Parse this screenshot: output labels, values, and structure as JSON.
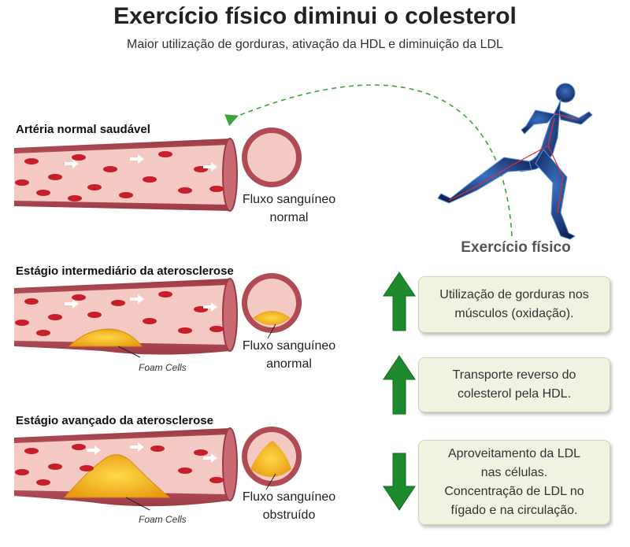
{
  "header": {
    "title": "Exercício físico diminui o colesterol",
    "subtitle": "Maior utilização de gorduras, ativação da HDL e diminuição da LDL"
  },
  "stages": [
    {
      "label": "Artéria normal saudável",
      "flow": [
        "Fluxo sanguíneo",
        "normal"
      ]
    },
    {
      "label": "Estágio intermediário da aterosclerose",
      "flow": [
        "Fluxo sanguíneo",
        "anormal"
      ],
      "foam": "Foam Cells"
    },
    {
      "label": "Estágio avançado da aterosclerose",
      "flow": [
        "Fluxo sanguíneo",
        "obstruído"
      ],
      "foam": "Foam Cells"
    }
  ],
  "exercise": {
    "label": "Exercício físico"
  },
  "effects": [
    {
      "direction": "up",
      "text": [
        "Utilização de gorduras nos",
        "músculos (oxidação)."
      ]
    },
    {
      "direction": "up",
      "text": [
        "Transporte reverso do",
        "colesterol pela HDL."
      ]
    },
    {
      "direction": "down",
      "text": [
        "Aproveitamento da LDL",
        "nas células.",
        "Concentração de LDL no",
        "fígado e na circulação."
      ]
    }
  ],
  "colors": {
    "artery_wall": "#b04a55",
    "artery_inner": "#f4c9c4",
    "blood_cell": "#c81e2a",
    "plaque": "#f5b71c",
    "arrow_green": "#1e8a2e",
    "box_bg": "#eef3e2"
  }
}
